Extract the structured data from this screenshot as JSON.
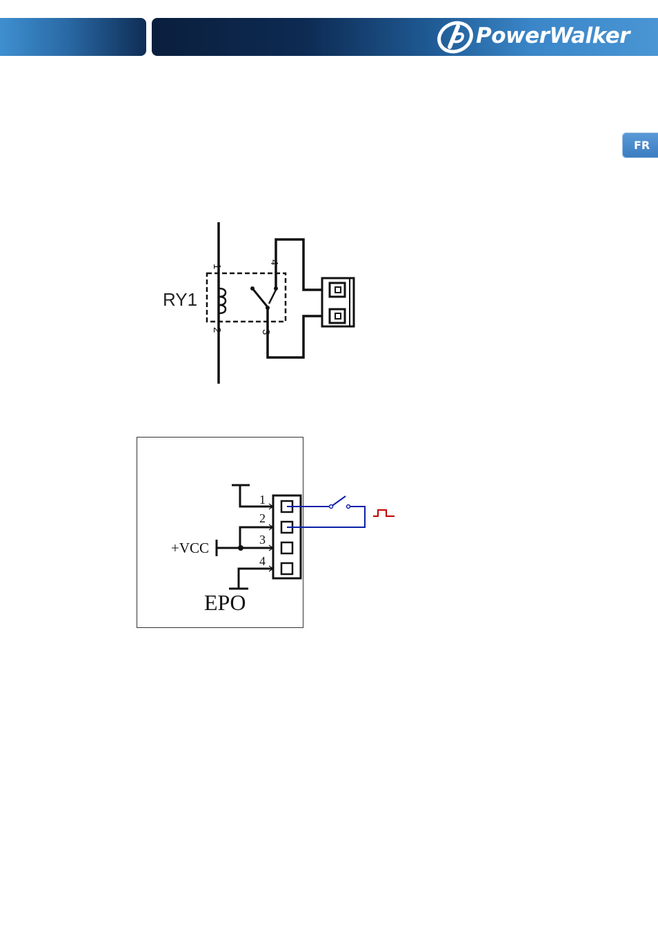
{
  "header": {
    "brand_name": "PowerWalker",
    "logo_icon": "powerwalker-logo-icon"
  },
  "language_tab": {
    "label": "FR"
  },
  "relay_diagram": {
    "relay_label": "RY1",
    "pins": [
      "1",
      "2",
      "3",
      "4"
    ]
  },
  "epo_diagram": {
    "supply_label": "+VCC",
    "title": "EPO",
    "pins": [
      "1",
      "2",
      "3",
      "4"
    ],
    "colors": {
      "wire": "#0a1ea8",
      "pulse": "#c40000",
      "lines": "#111111"
    }
  }
}
